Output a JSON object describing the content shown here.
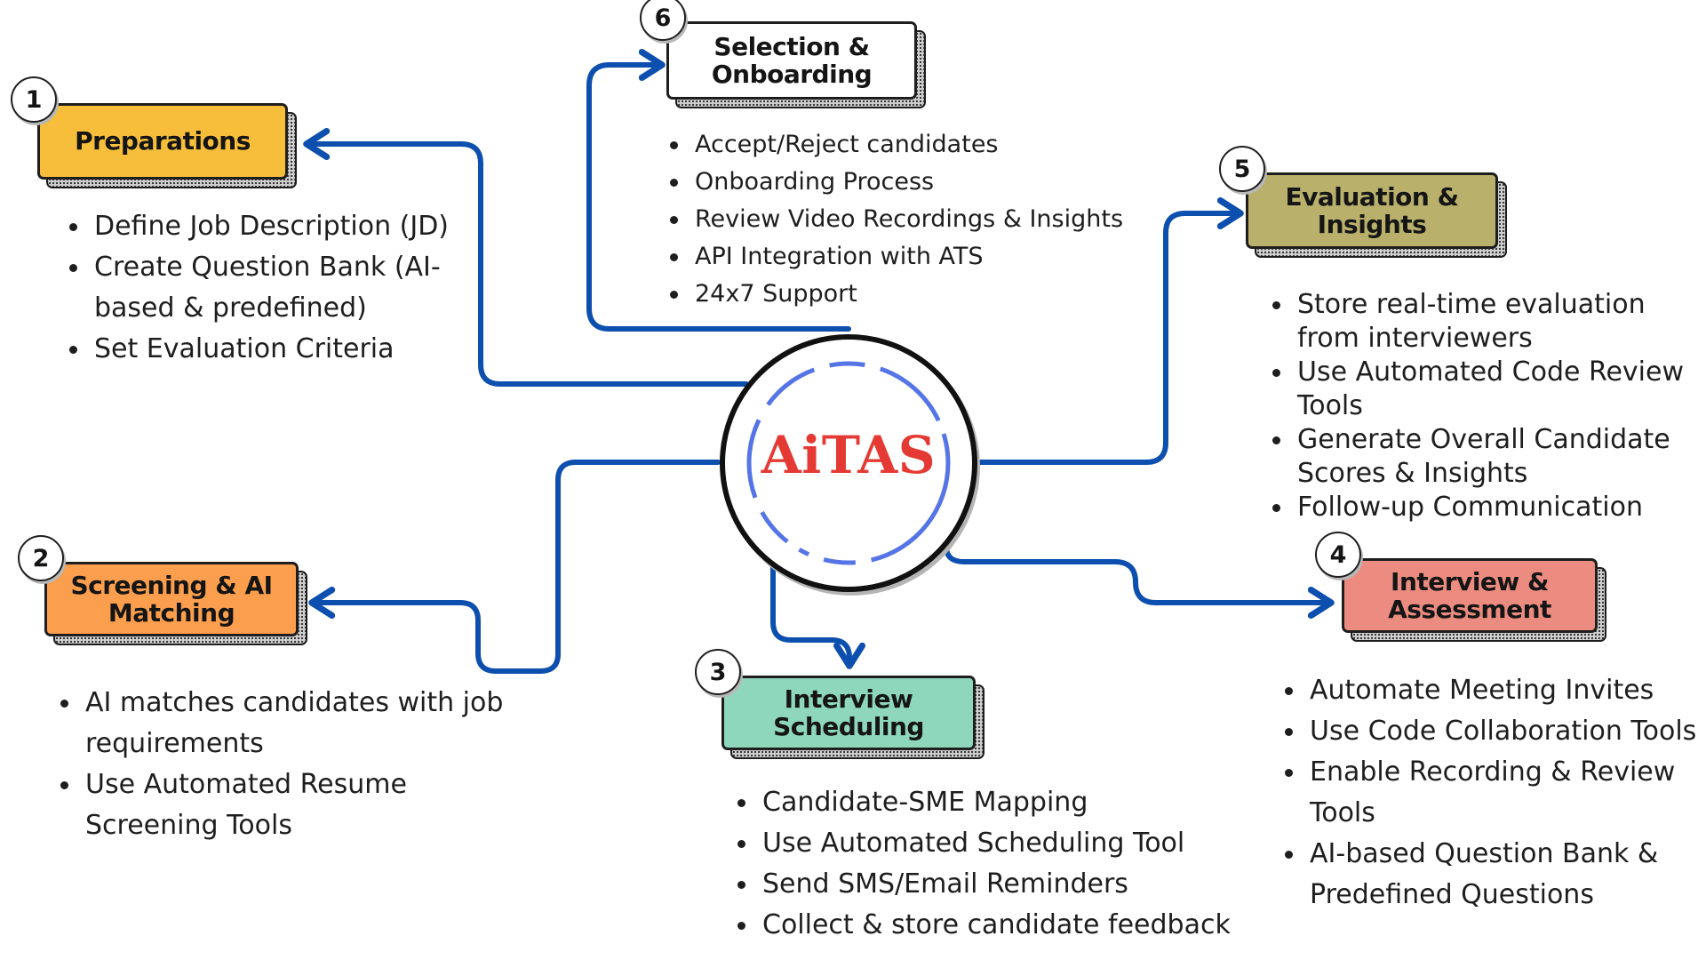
{
  "hub": {
    "title": "AiTAS"
  },
  "steps": {
    "preparations": {
      "number": "1",
      "title": "Preparations",
      "color": "#f6be3b",
      "bullets": [
        "Define Job Description (JD)",
        "Create Question Bank (AI-based & predefined)",
        "Set Evaluation Criteria"
      ]
    },
    "screening": {
      "number": "2",
      "title": "Screening & AI Matching",
      "color": "#fb9e4d",
      "bullets": [
        "AI matches candidates with job requirements",
        "Use Automated Resume Screening Tools"
      ]
    },
    "scheduling": {
      "number": "3",
      "title": "Interview Scheduling",
      "color": "#8ed7bd",
      "bullets": [
        "Candidate-SME Mapping",
        "Use Automated Scheduling Tool",
        "Send SMS/Email Reminders",
        "Collect & store candidate feedback"
      ]
    },
    "interview": {
      "number": "4",
      "title": "Interview & Assessment",
      "color": "#ec8c80",
      "bullets": [
        "Automate Meeting Invites",
        "Use Code Collaboration Tools",
        "Enable Recording & Review Tools",
        "AI-based Question Bank & Predefined Questions"
      ]
    },
    "evaluation": {
      "number": "5",
      "title": "Evaluation & Insights",
      "color": "#b8b06b",
      "bullets": [
        "Store real-time evaluation from interviewers",
        "Use Automated Code Review Tools",
        "Generate Overall Candidate Scores & Insights",
        "Follow-up Communication"
      ]
    },
    "selection": {
      "number": "6",
      "title": "Selection & Onboarding",
      "color": "#ffffff",
      "bullets": [
        "Accept/Reject candidates",
        "Onboarding Process",
        "Review Video Recordings & Insights",
        "API Integration with ATS",
        "24x7 Support"
      ]
    }
  },
  "colors": {
    "connector": "#0d4fae",
    "hub_ring": "#5574e6",
    "hub_ring_dark": "#1a46b2",
    "hub_title": "#e43a33"
  }
}
